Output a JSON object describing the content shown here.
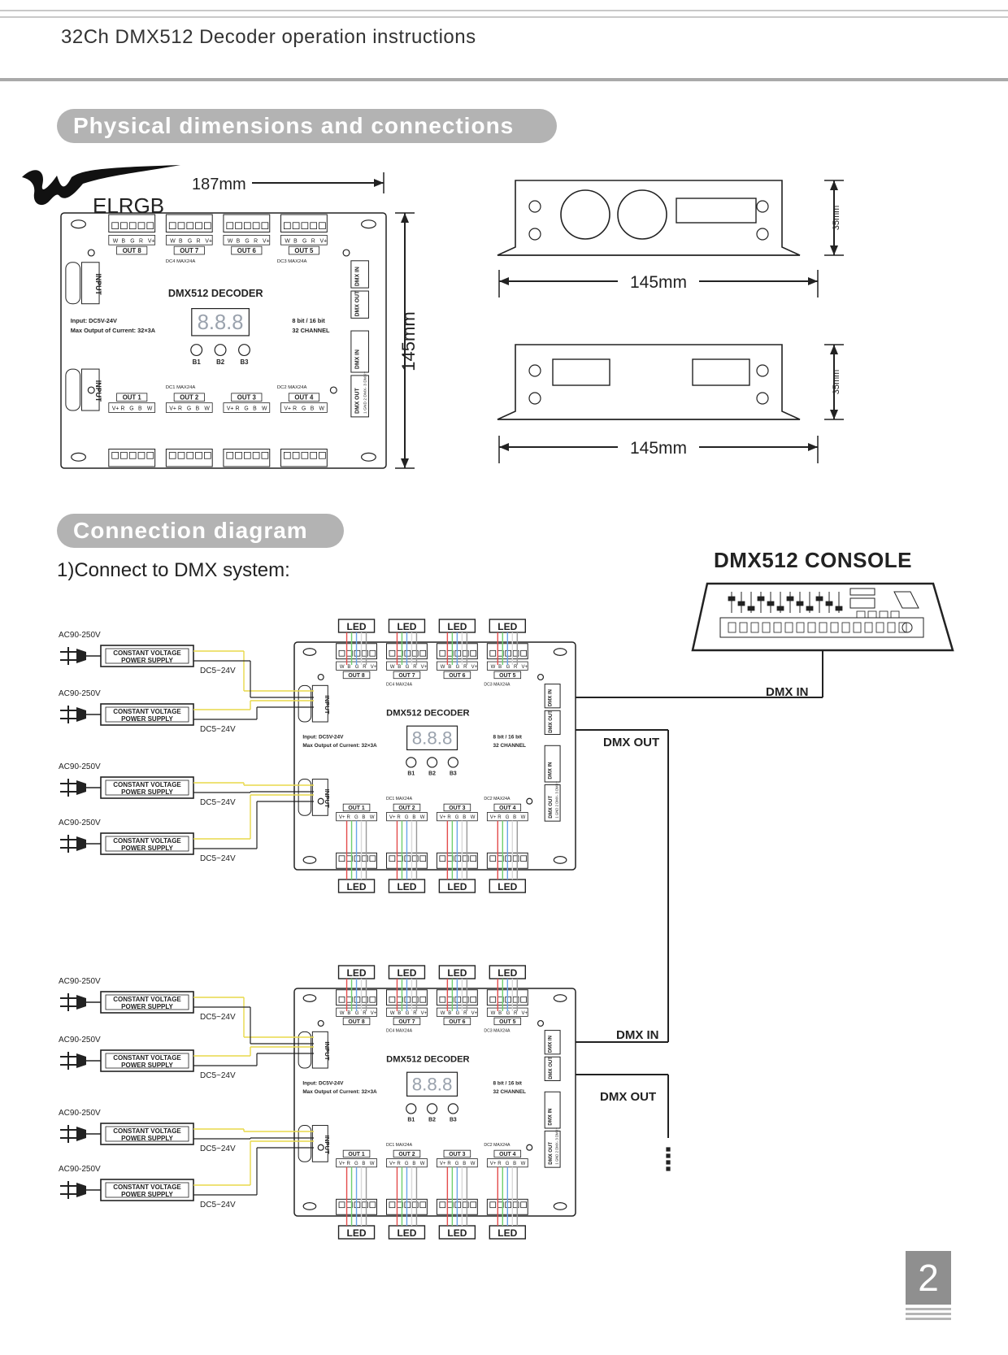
{
  "document": {
    "title": "32Ch DMX512 Decoder operation instructions",
    "page_number": "2"
  },
  "logo": {
    "text": "ELRGB"
  },
  "sections": {
    "dimensions": {
      "heading": "Physical dimensions and connections"
    },
    "connection": {
      "heading": "Connection diagram",
      "step": "1)Connect to DMX system:"
    }
  },
  "dimensions": {
    "width": "187mm",
    "height": "145mm",
    "side_width": "145mm",
    "side_height": "35mm"
  },
  "decoder": {
    "name": "DMX512 DECODER",
    "input": "Input: DC5V-24V",
    "max_output": "Max Output of Current: 32×3A",
    "bits": "8 bit / 16 bit",
    "channels": "32 CHANNEL",
    "display": "8.8.8",
    "buttons": [
      "B1",
      "B2",
      "B3"
    ],
    "outputs_bottom": [
      "OUT 1",
      "OUT 2",
      "OUT 3",
      "OUT 4"
    ],
    "outputs_top": [
      "OUT 8",
      "OUT 7",
      "OUT 6",
      "OUT 5"
    ],
    "pins_bottom": [
      "V+",
      "R",
      "G",
      "B",
      "W"
    ],
    "pins_top": [
      "W",
      "B",
      "G",
      "R",
      "V+"
    ],
    "dc_labels": [
      "DC1 MAX24A",
      "DC2 MAX24A",
      "DC3 MAX24A",
      "DC4 MAX24A"
    ],
    "input_label": "INPUT",
    "dmx_in_label": "DMX IN",
    "dmx_out_label": "DMX OUT",
    "dmx_pins": "1 GND 2 DMX- 3 DMX+"
  },
  "console": {
    "title": "DMX512 CONSOLE"
  },
  "wiring": {
    "led": "LED",
    "ac_voltage": "AC90-250V",
    "dc_voltage": "DC5~24V",
    "power_supply_line1": "CONSTANT VOLTAGE",
    "power_supply_line2": "POWER SUPPLY",
    "dmx_in": "DMX IN",
    "dmx_out": "DMX OUT"
  }
}
